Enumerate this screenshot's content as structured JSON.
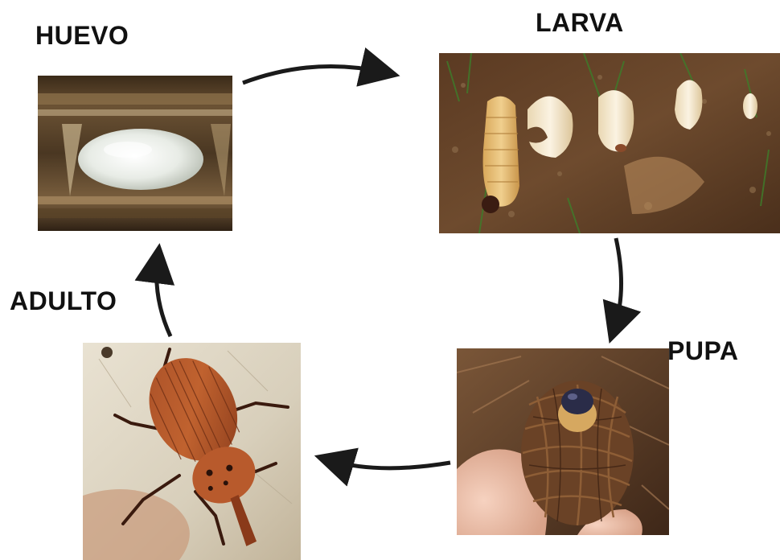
{
  "diagram": {
    "stages": {
      "egg": {
        "label": "HUEVO"
      },
      "larva": {
        "label": "LARVA"
      },
      "pupa": {
        "label": "PUPA"
      },
      "adult": {
        "label": "ADULTO"
      }
    },
    "photos": {
      "egg": "photo-egg-in-palm-fiber",
      "larva": "photo-larvae-on-soil",
      "pupa": "photo-cocoon-in-hand",
      "adult": "photo-red-palm-weevil"
    },
    "flow": [
      "egg",
      "larva",
      "pupa",
      "adult",
      "egg"
    ],
    "colors": {
      "arrow": "#1a1a1a",
      "label": "#111111"
    }
  }
}
